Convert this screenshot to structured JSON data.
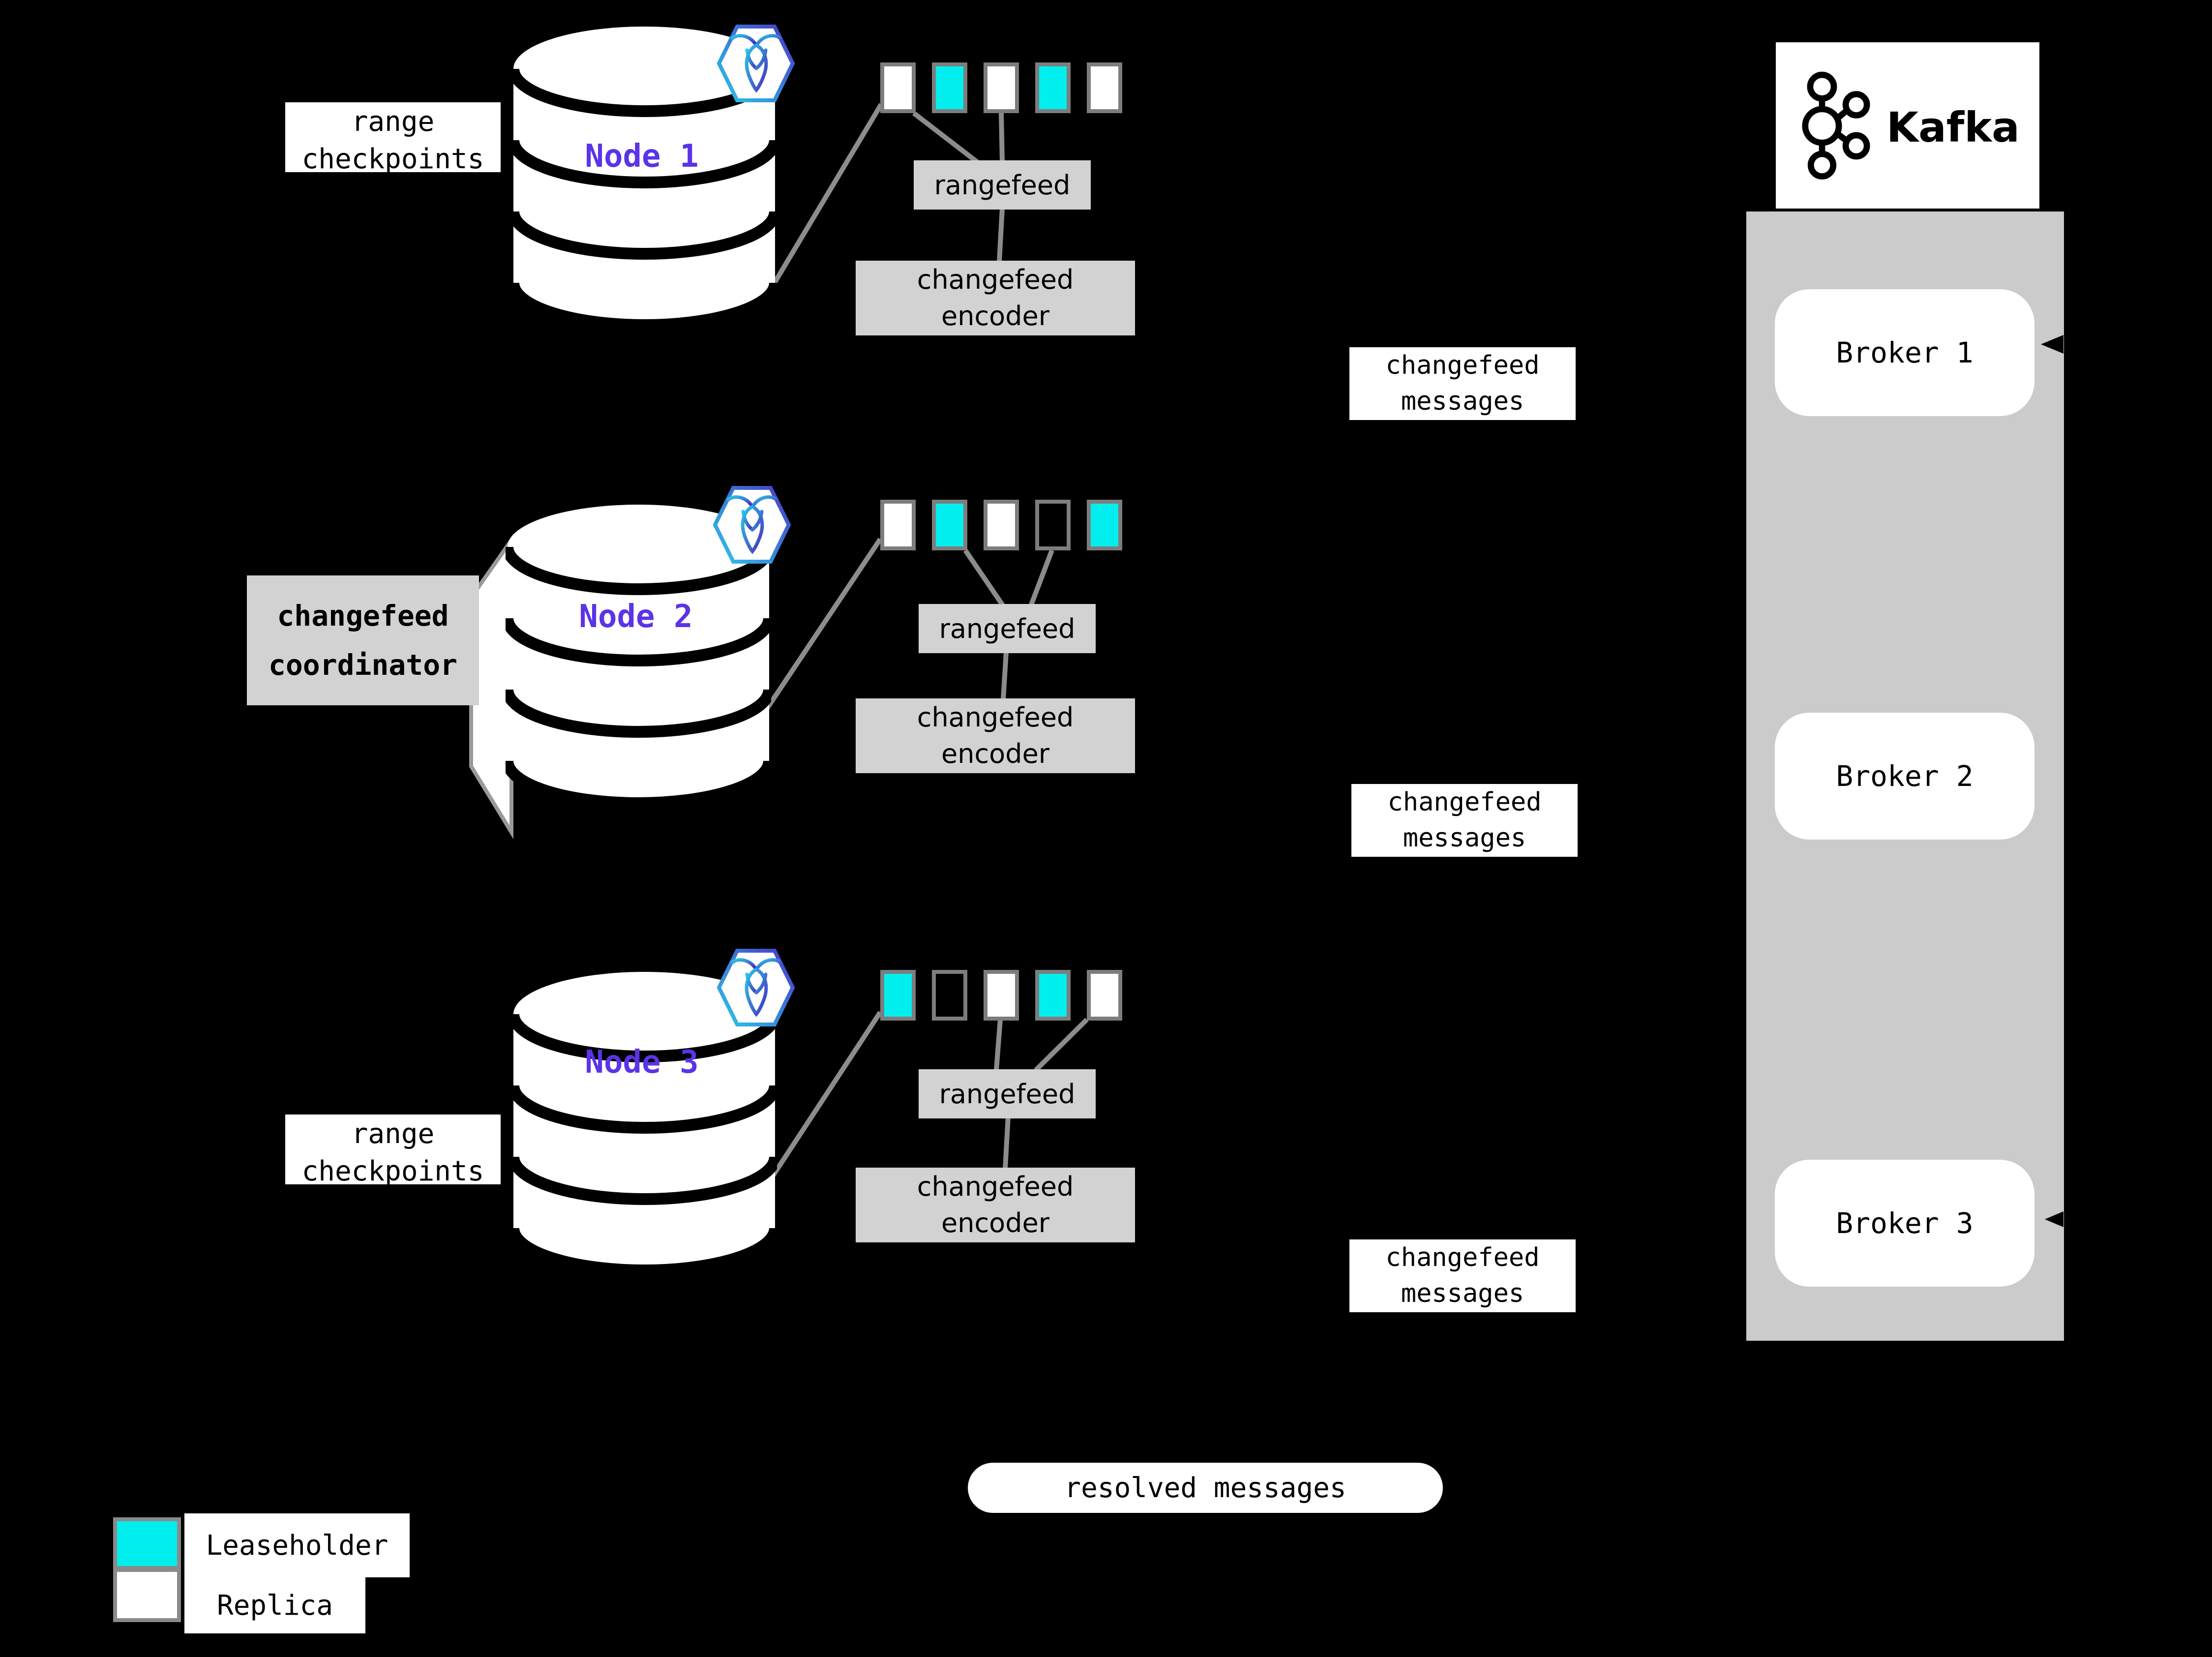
{
  "palette": {
    "leaseholder": "#00efee",
    "replica": "#ffffff",
    "panel": "#cbcbcb",
    "box": "#d2d2d2",
    "line": "#8c8c8c",
    "node_label": "#5b33e8",
    "sq_border": "#7d7d7d",
    "badge_cyan": "#2cc8e8",
    "badge_purple": "#4837c8"
  },
  "labels": {
    "range_checkpoints": "range\ncheckpoints",
    "rangefeed": "rangefeed",
    "changefeed_encoder": "changefeed\nencoder",
    "changefeed_messages": "changefeed\nmessages",
    "changefeed_coordinator": "changefeed\ncoordinator",
    "resolved_messages": "resolved messages"
  },
  "nodes": [
    {
      "label": "Node 1",
      "squares": [
        "replica",
        "leaseholder",
        "replica",
        "leaseholder",
        "replica"
      ]
    },
    {
      "label": "Node 2",
      "squares": [
        "replica",
        "leaseholder",
        "replica",
        "empty",
        "leaseholder"
      ]
    },
    {
      "label": "Node 3",
      "squares": [
        "leaseholder",
        "empty",
        "replica",
        "leaseholder",
        "replica"
      ]
    }
  ],
  "kafka": {
    "title": "Kafka",
    "brokers": [
      "Broker 1",
      "Broker 2",
      "Broker 3"
    ]
  },
  "legend": {
    "leaseholder_label": "Leaseholder",
    "replica_label": "Replica"
  }
}
